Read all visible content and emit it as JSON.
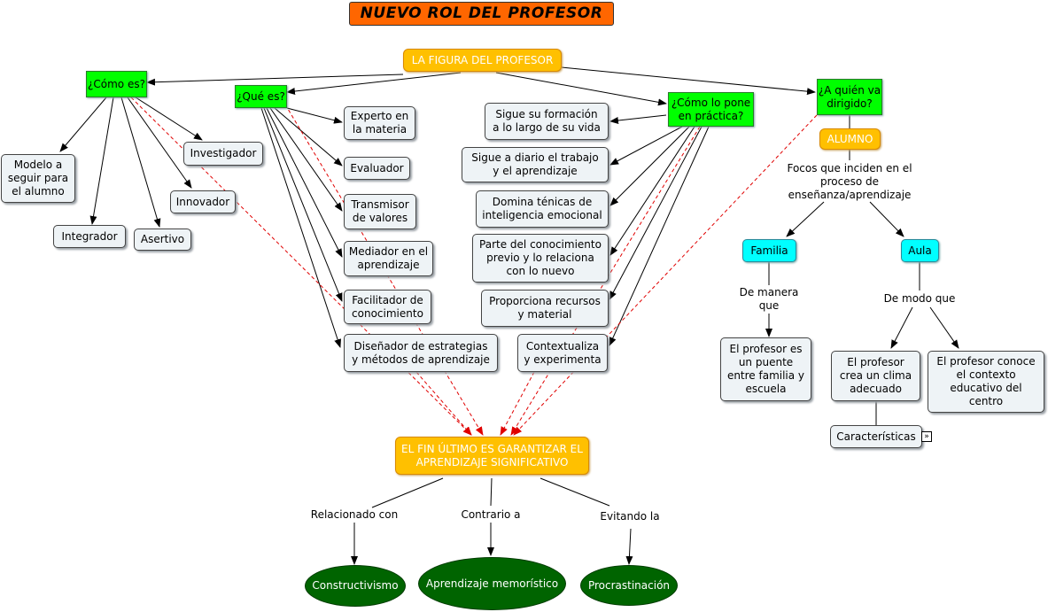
{
  "title": "NUEVO ROL DEL PROFESOR",
  "nodes": {
    "figura": "LA FIGURA DEL PROFESOR",
    "como_es": "¿Cómo es?",
    "que_es": "¿Qué es?",
    "como_pone": "¿Cómo lo pone en práctica?",
    "a_quien": "¿A quién va dirigido?",
    "modelo": "Modelo a seguir para el alumno",
    "investigador": "Investigador",
    "innovador": "Innovador",
    "integrador": "Integrador",
    "asertivo": "Asertivo",
    "experto": "Experto en la materia",
    "evaluador": "Evaluador",
    "transmisor": "Transmisor de valores",
    "mediador": "Mediador en el aprendizaje",
    "facilitador": "Facilitador de conocimiento",
    "disenador": "Diseñador de estrategias y métodos de aprendizaje",
    "sigue_formacion": "Sigue su formación a lo largo de su vida",
    "sigue_diario": "Sigue a diario el trabajo y el aprendizaje",
    "domina": "Domina ténicas de inteligencia emocional",
    "parte": "Parte del conocimiento previo y lo relaciona con lo nuevo",
    "proporciona": "Proporciona recursos y material",
    "contextualiza": "Contextualiza y experimenta",
    "alumno": "ALUMNO",
    "focos": "Focos que inciden en el proceso de enseñanza/aprendizaje",
    "familia": "Familia",
    "aula": "Aula",
    "de_manera": "De manera que",
    "de_modo": "De modo que",
    "puente": "El profesor es un puente entre familia y escuela",
    "clima": "El profesor crea un clima adecuado",
    "contexto": "El profesor conoce el contexto educativo del centro",
    "caracteristicas": "Características",
    "fin": "EL FIN ÚLTIMO ES GARANTIZAR EL APRENDIZAJE SIGNIFICATIVO",
    "relacionado": "Relacionado con",
    "contrario": "Contrario a",
    "evitando": "Evitando la",
    "constructivismo": "Constructivismo",
    "memoristico": "Aprendizaje memorístico",
    "procrastinacion": "Procrastinación"
  },
  "icons": {
    "expand": "double-chevron-right-icon"
  },
  "colors": {
    "title_bg": "#ff6600",
    "question_bg": "#00ff00",
    "highlight_bg": "#ffc000",
    "focus_bg": "#00ffff",
    "result_bg": "#006400",
    "dashed_link": "#ff0000"
  }
}
